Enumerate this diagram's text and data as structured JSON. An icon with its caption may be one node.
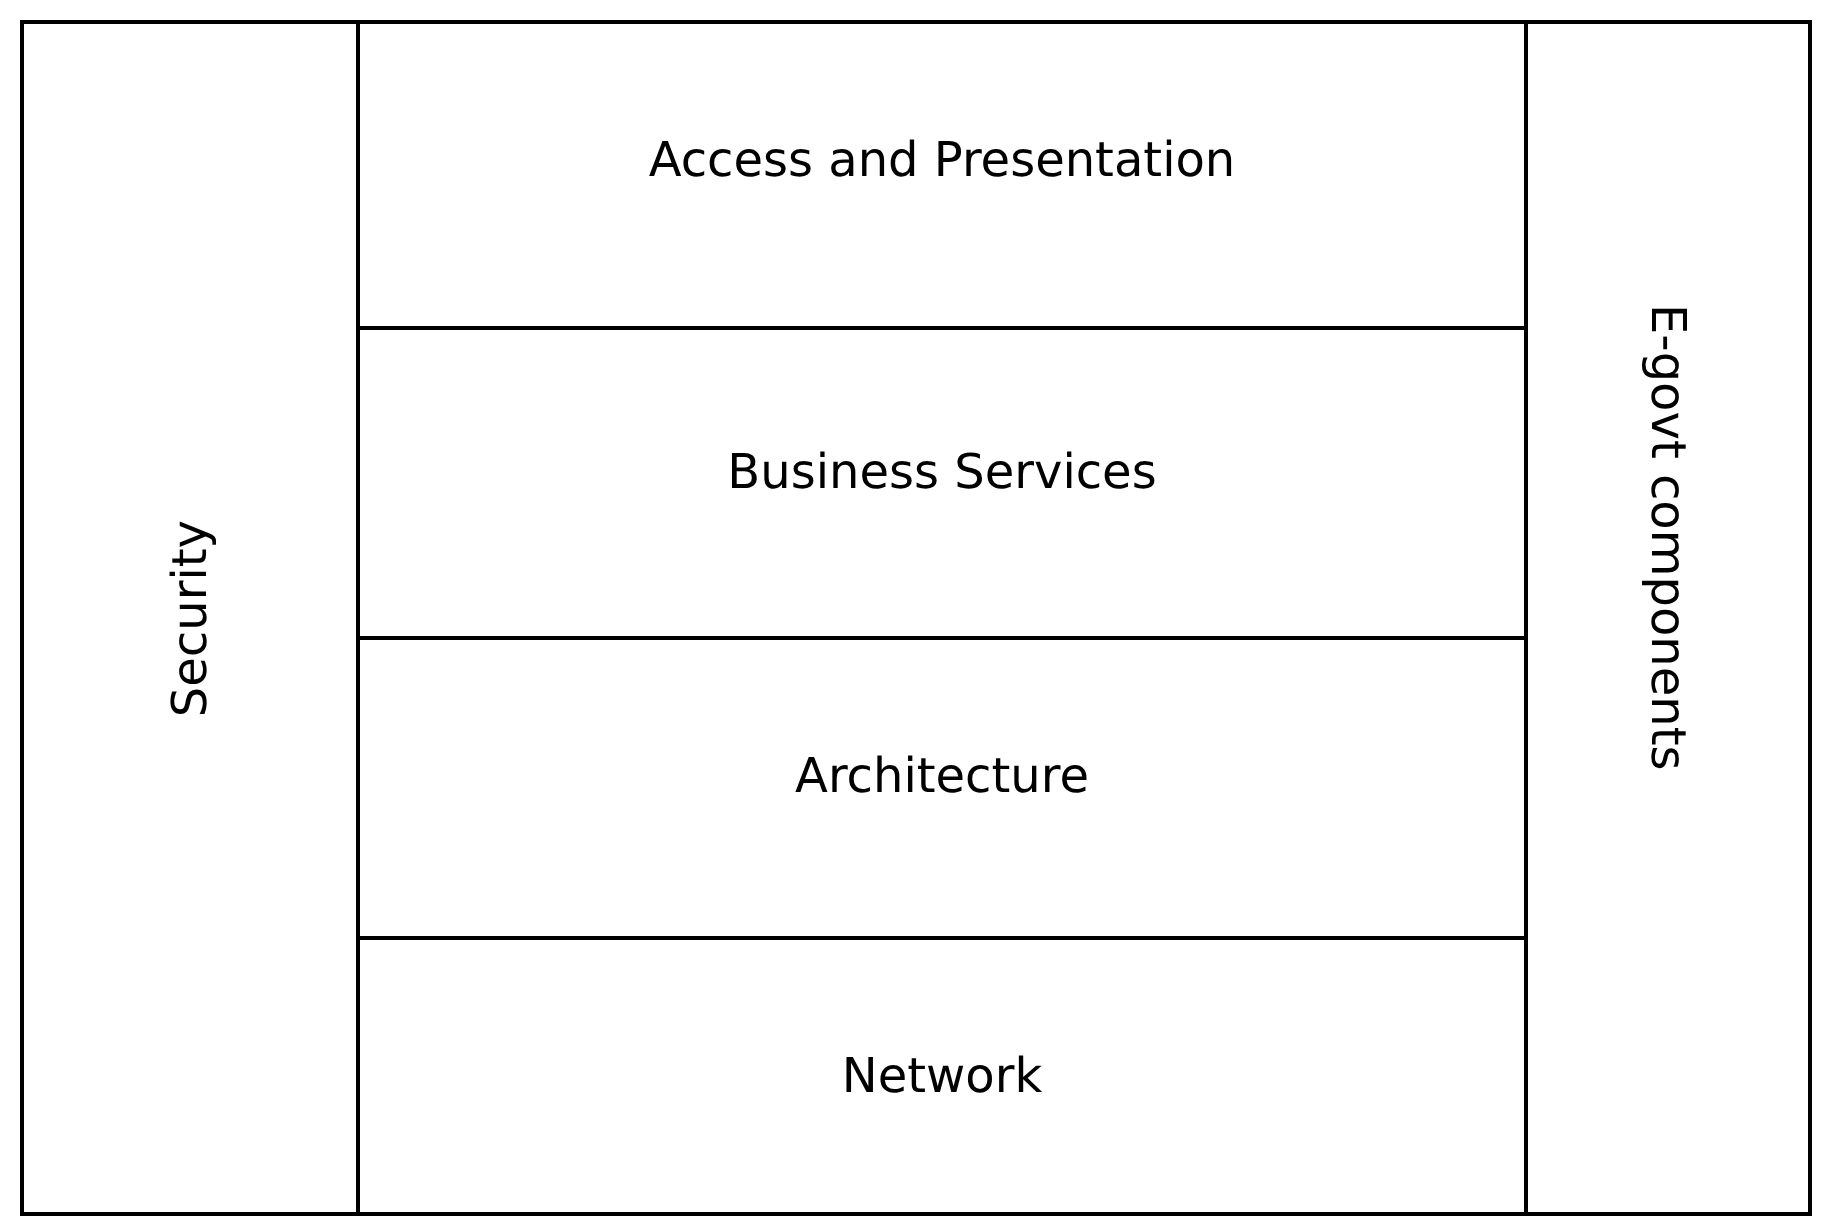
{
  "diagram": {
    "nodes": [
      {
        "text": [
          "Security"
        ]
      },
      {
        "text": [
          "Access and Presentation"
        ]
      },
      {
        "text": [
          "Business Services"
        ]
      },
      {
        "text": [
          "Architecture"
        ]
      },
      {
        "text": [
          "Network"
        ]
      },
      {
        "text": [
          "E-govt components"
        ]
      }
    ],
    "edges": []
  }
}
